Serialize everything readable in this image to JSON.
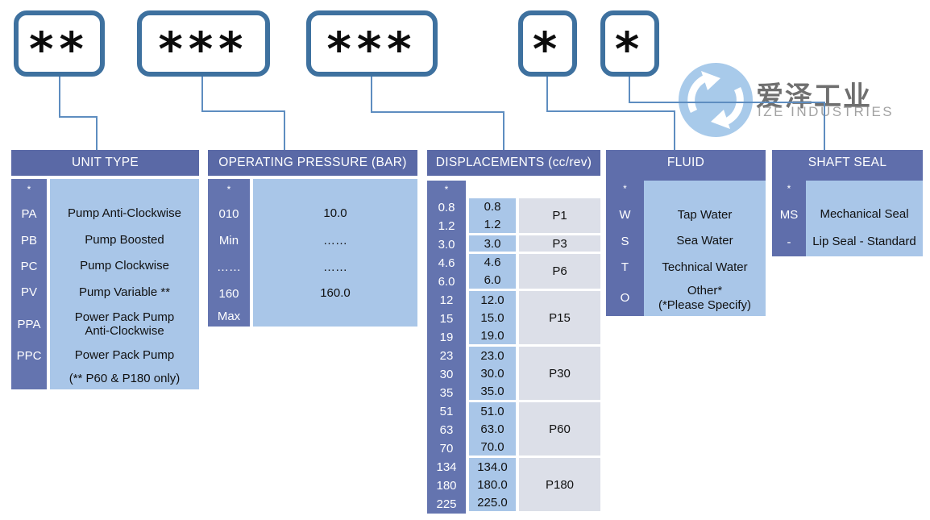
{
  "logo": {
    "cn": "爱泽工业",
    "en": "IZE INDUSTRIES"
  },
  "boxes": [
    "**",
    "***",
    "***",
    "*",
    "*"
  ],
  "tables": {
    "unit_type": {
      "title": "UNIT TYPE",
      "rows": [
        {
          "code": "*",
          "desc": ""
        },
        {
          "code": "PA",
          "desc": "Pump Anti-Clockwise"
        },
        {
          "code": "PB",
          "desc": "Pump Boosted"
        },
        {
          "code": "PC",
          "desc": "Pump Clockwise"
        },
        {
          "code": "PV",
          "desc": "Pump Variable **"
        },
        {
          "code": "PPA",
          "desc": "Power Pack Pump Anti-Clockwise"
        },
        {
          "code": "PPC",
          "desc": "Power Pack Pump"
        },
        {
          "code": "",
          "desc": "(** P60 & P180 only)"
        }
      ]
    },
    "operating_pressure": {
      "title": "OPERATING PRESSURE (BAR)",
      "rows": [
        {
          "code": "*",
          "desc": ""
        },
        {
          "code": "010",
          "desc": "10.0"
        },
        {
          "code": "Min",
          "desc": "……"
        },
        {
          "code": "……",
          "desc": "……"
        },
        {
          "code": "160",
          "desc": "160.0"
        },
        {
          "code": "Max",
          "desc": ""
        }
      ]
    },
    "displacements": {
      "title": "DISPLACEMENTS  (cc/rev)",
      "star": "*",
      "codes": [
        "0.8",
        "1.2",
        "3.0",
        "4.6",
        "6.0",
        "12",
        "15",
        "19",
        "23",
        "30",
        "35",
        "51",
        "63",
        "70",
        "134",
        "180",
        "225"
      ],
      "groups": [
        {
          "model": "P1",
          "values": [
            "0.8",
            "1.2"
          ]
        },
        {
          "model": "P3",
          "values": [
            "3.0"
          ]
        },
        {
          "model": "P6",
          "values": [
            "4.6",
            "6.0"
          ]
        },
        {
          "model": "P15",
          "values": [
            "12.0",
            "15.0",
            "19.0"
          ]
        },
        {
          "model": "P30",
          "values": [
            "23.0",
            "30.0",
            "35.0"
          ]
        },
        {
          "model": "P60",
          "values": [
            "51.0",
            "63.0",
            "70.0"
          ]
        },
        {
          "model": "P180",
          "values": [
            "134.0",
            "180.0",
            "225.0"
          ]
        }
      ]
    },
    "fluid": {
      "title": "FLUID",
      "rows": [
        {
          "code": "*",
          "desc": ""
        },
        {
          "code": "W",
          "desc": "Tap Water"
        },
        {
          "code": "S",
          "desc": "Sea Water"
        },
        {
          "code": "T",
          "desc": "Technical Water"
        },
        {
          "code": "O",
          "desc": "Other*\n(*Please Specify)"
        }
      ]
    },
    "shaft_seal": {
      "title": "SHAFT SEAL",
      "rows": [
        {
          "code": "*",
          "desc": ""
        },
        {
          "code": "MS",
          "desc": "Mechanical Seal"
        },
        {
          "code": "-",
          "desc": "Lip Seal - Standard"
        }
      ]
    }
  },
  "colors": {
    "header": "#5A69A6",
    "code_column": "#6474AF",
    "solid_block": "#5F6EAB",
    "light_blue": "#A9C6E8",
    "light_gray": "#DCDFE8",
    "connector_line": "#5E8DC0",
    "box_border": "#3E719F",
    "logo_circle": "#A8CAEA"
  }
}
